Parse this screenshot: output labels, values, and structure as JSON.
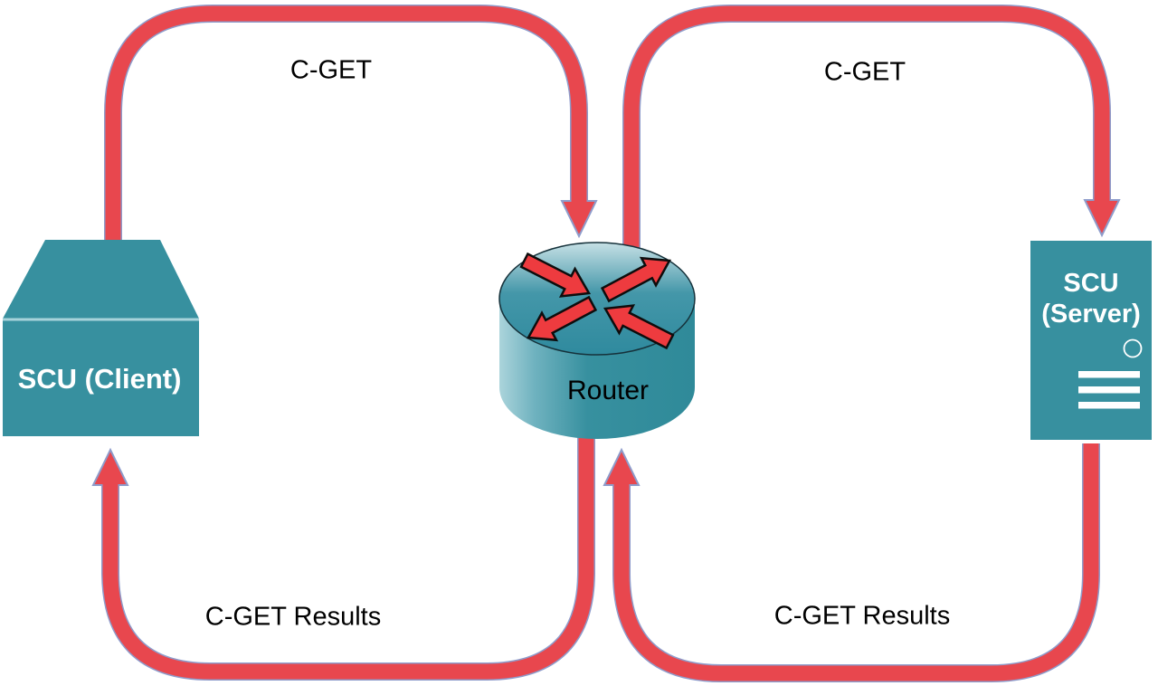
{
  "diagram": {
    "nodes": {
      "client": {
        "label": "SCU (Client)"
      },
      "router": {
        "label": "Router"
      },
      "server": {
        "label_line1": "SCU",
        "label_line2": "(Server)"
      }
    },
    "flows": {
      "top_left": {
        "label": "C-GET",
        "from": "client",
        "to": "router"
      },
      "top_right": {
        "label": "C-GET",
        "from": "router",
        "to": "server"
      },
      "bottom_left": {
        "label": "C-GET Results",
        "from": "router",
        "to": "client"
      },
      "bottom_right": {
        "label": "C-GET Results",
        "from": "server",
        "to": "router"
      }
    },
    "colors": {
      "node_fill": "#37909F",
      "node_divider": "#A7D3DB",
      "arrow_red": "#E8474E",
      "arrow_outline": "#8E9CCB",
      "router_arrow_fill": "#EE3B3F",
      "node_text": "#FFFFFF",
      "label_color": "#000000"
    }
  }
}
